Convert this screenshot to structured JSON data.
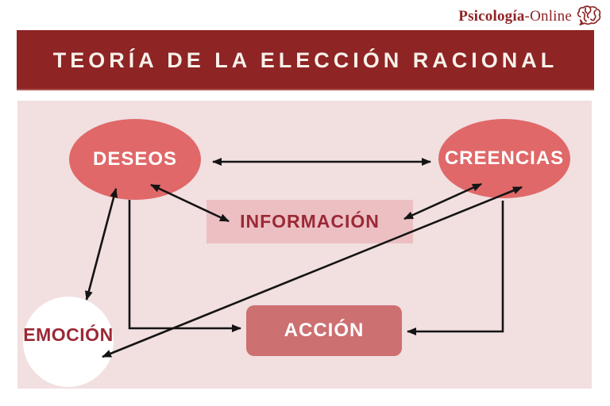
{
  "logo": {
    "brand_bold": "Psicología",
    "brand_rest": "-Online",
    "icon": "brain-icon",
    "color": "#8e2425"
  },
  "banner": {
    "title": "TEORÍA DE LA ELECCIÓN RACIONAL",
    "background": "#8e2424",
    "text_color": "#f7f1ea"
  },
  "diagram": {
    "panel_background": "#f2dfe0",
    "arrow_color": "#141414",
    "nodes": {
      "deseos": {
        "label": "DESEOS",
        "shape": "ellipse",
        "fill": "#e06869",
        "text_color": "#ffffff"
      },
      "creencias": {
        "label": "CREENCIAS",
        "shape": "ellipse",
        "fill": "#e06869",
        "text_color": "#ffffff"
      },
      "informacion": {
        "label": "INFORMACIÓN",
        "shape": "rectangle",
        "fill": "#ecbfc3",
        "text_color": "#9b2936"
      },
      "accion": {
        "label": "ACCIÓN",
        "shape": "rounded-rectangle",
        "fill": "#cc7072",
        "text_color": "#ffffff"
      },
      "emocion": {
        "label": "EMOCIÓN",
        "shape": "circle",
        "fill": "#ffffff",
        "text_color": "#9b2936"
      }
    },
    "edges": [
      {
        "from": "deseos",
        "to": "creencias",
        "bidirectional": true
      },
      {
        "from": "deseos",
        "to": "informacion",
        "bidirectional": true
      },
      {
        "from": "creencias",
        "to": "informacion",
        "bidirectional": true
      },
      {
        "from": "deseos",
        "to": "emocion",
        "bidirectional": true
      },
      {
        "from": "emocion",
        "to": "creencias",
        "bidirectional": true
      },
      {
        "from": "deseos",
        "to": "accion",
        "bidirectional": false
      },
      {
        "from": "creencias",
        "to": "accion",
        "bidirectional": false
      }
    ]
  }
}
